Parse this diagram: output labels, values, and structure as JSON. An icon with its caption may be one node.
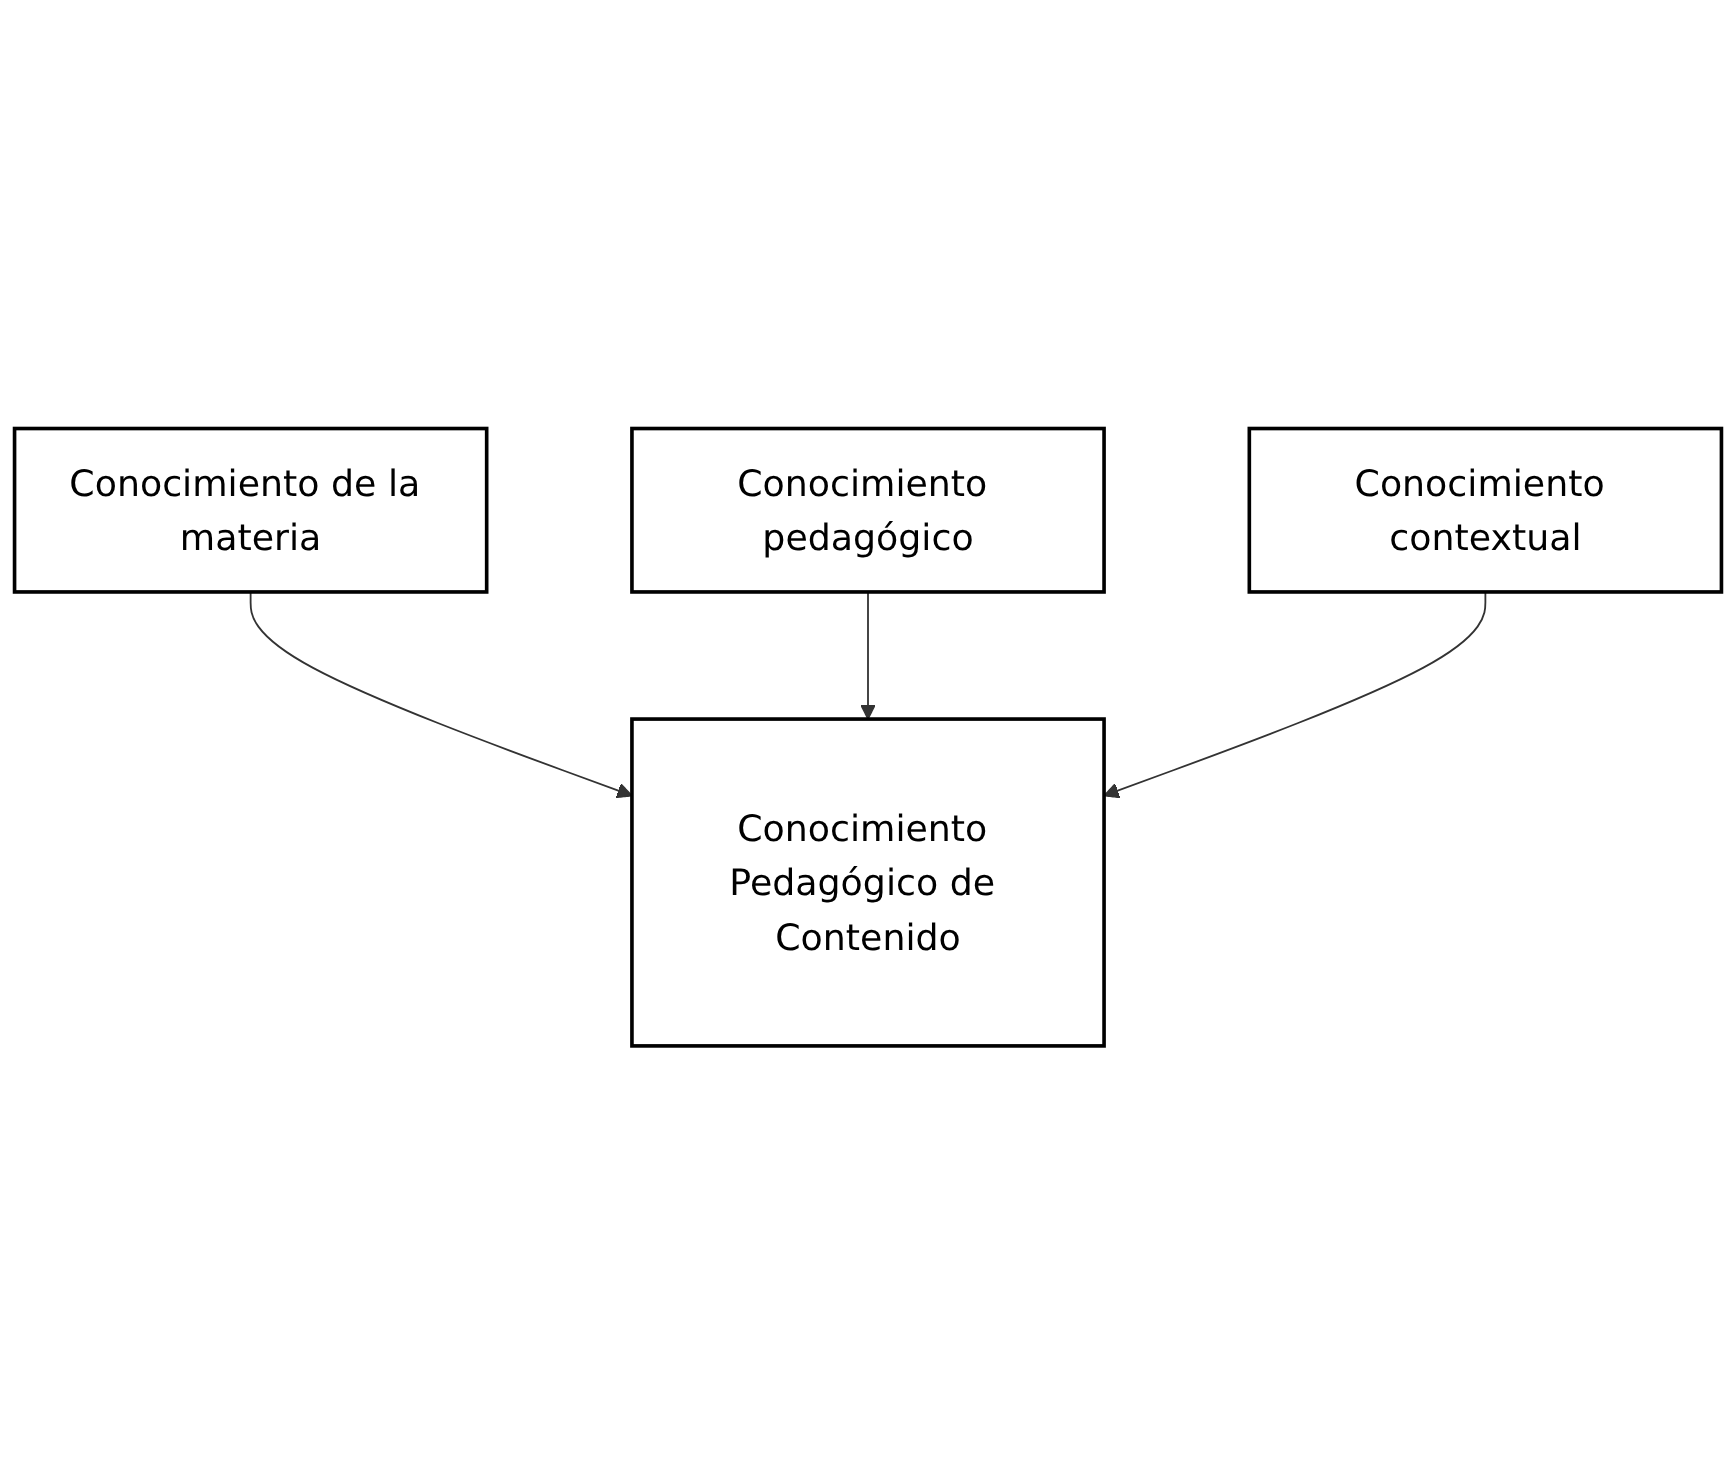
{
  "diagram": {
    "nodes": [
      {
        "text": [
          "Conocimiento de la materia"
        ]
      },
      {
        "text": [
          "Conocimiento pedagógico"
        ]
      },
      {
        "text": [
          "Conocimiento Pedagógico de Contenido"
        ]
      },
      {
        "text": [
          "Conocimiento contextual"
        ]
      }
    ],
    "edges": [
      {
        "from": 0,
        "to": 2,
        "arrow": "to"
      },
      {
        "from": 1,
        "to": 2,
        "arrow": "to"
      },
      {
        "from": 3,
        "to": 2,
        "arrow": "to"
      }
    ]
  }
}
